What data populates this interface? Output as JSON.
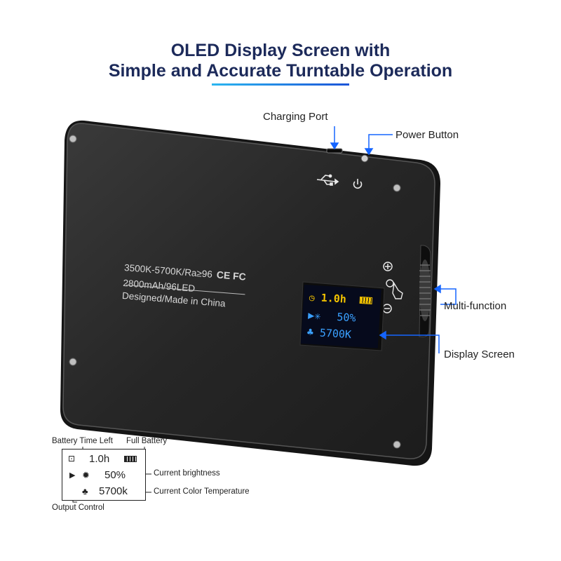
{
  "header": {
    "title_line1": "OLED Display Screen with",
    "title_line2": "Simple and Accurate Turntable Operation"
  },
  "callouts": {
    "charging_port": "Charging Port",
    "power_button": "Power Button",
    "multi_function": "Multi-function",
    "display_screen": "Display Screen"
  },
  "device": {
    "spec_line1": "3500K-5700K/Ra≥96",
    "spec_ce": "CE FC",
    "spec_line2": "2800mAh/96LED",
    "spec_line3": "Designed/Made in China",
    "oled": {
      "time_left": "1.0h",
      "brightness": "50%",
      "color_temp": "5700K",
      "time_color": "#f2c200",
      "value_color": "#3aa0ff"
    },
    "icons": [
      "usb-icon",
      "power-icon",
      "plus-icon",
      "minus-icon",
      "dial-touch-icon"
    ]
  },
  "legend": {
    "battery_time_left": "Battery Time Left",
    "full_battery": "Full Battery",
    "current_brightness": "Current brightness",
    "current_color_temperature": "Current Color Temperature",
    "output_control": "Output Control",
    "time_value": "1.0h",
    "brightness_value": "50%",
    "color_temp_value": "5700k"
  }
}
